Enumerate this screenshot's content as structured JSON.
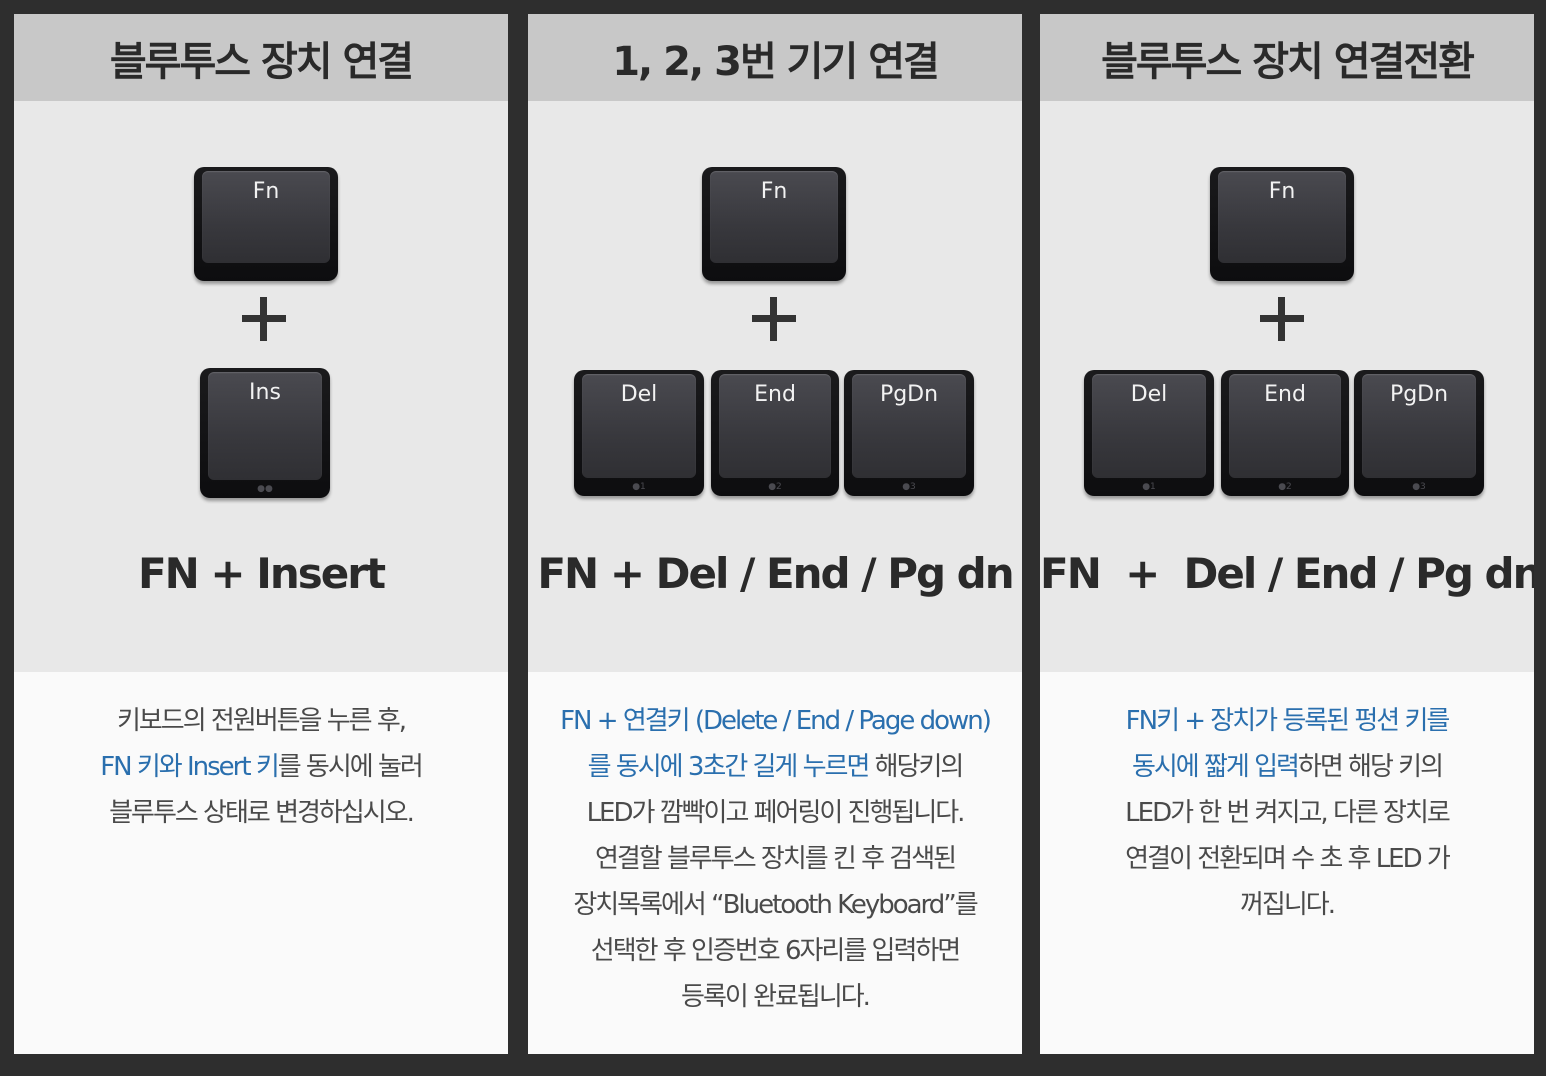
{
  "colors": {
    "highlight": "#2a6fae",
    "background": "#2e2e2e",
    "header": "#c8c8c8"
  },
  "panels": [
    {
      "title": "블루투스 장치 연결",
      "keys": {
        "fn": "Fn",
        "ins": "Ins"
      },
      "combo": "FN + Insert",
      "desc": {
        "line1": "키보드의 전원버튼을 누른 후,",
        "line2_hl": "FN 키와 Insert 키",
        "line2_rest": "를 동시에 눌러",
        "line3": "블루투스 상태로 변경하십시오."
      }
    },
    {
      "title": "1, 2, 3번 기기 연결",
      "keys": {
        "fn": "Fn",
        "del": "Del",
        "end": "End",
        "pgdn": "PgDn"
      },
      "combo": "FN + Del / End / Pg dn",
      "desc": {
        "line1_hl": "FN + 연결키 (Delete / End / Page down)",
        "line2_hl": "를 동시에 3초간 길게 누르면",
        "line2_rest": "  해당키의",
        "line3": "LED가 깜빡이고 페어링이 진행됩니다.",
        "line4": "연결할 블루투스 장치를 킨 후 검색된",
        "line5": "장치목록에서 “Bluetooth Keyboard”를",
        "line6": "선택한 후 인증번호 6자리를 입력하면",
        "line7": "등록이 완료됩니다."
      }
    },
    {
      "title": "블루투스 장치 연결전환",
      "keys": {
        "fn": "Fn",
        "del": "Del",
        "end": "End",
        "pgdn": "PgDn"
      },
      "combo": "FN  +  Del / End / Pg dn",
      "desc": {
        "line1_hl": "FN키  + 장치가 등록된 펑션 키를",
        "line2_hl": "동시에 짧게 입력",
        "line2_rest": "하면  해당 키의",
        "line3": "LED가 한 번 켜지고, 다른 장치로",
        "line4": "연결이 전환되며 수 초 후 LED 가",
        "line5": "꺼집니다."
      }
    }
  ]
}
